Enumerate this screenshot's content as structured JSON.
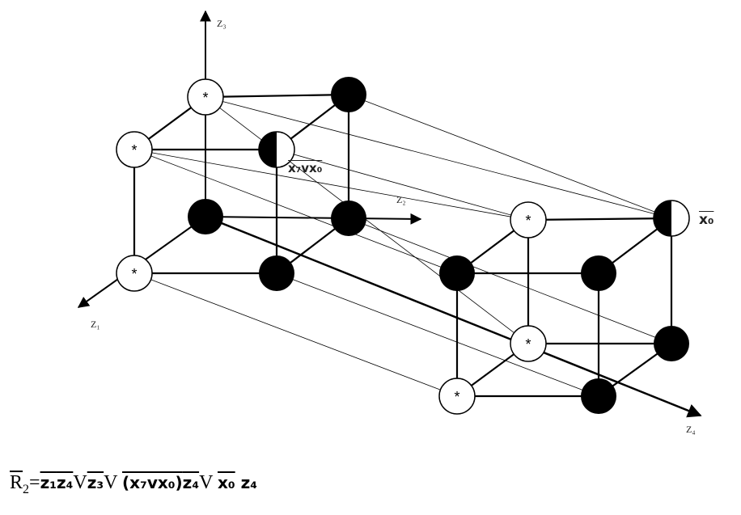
{
  "axes": {
    "z1": "Z₁",
    "z2": "Z₂",
    "z3": "Z₃",
    "z4": "Z₄"
  },
  "labels": {
    "term_x7x0": "x₇vx₀",
    "x0": "x₀"
  },
  "node_marker": "*",
  "formula": {
    "r2": "R",
    "r2_sub": "2",
    "eq": "=",
    "t1": "z₁",
    "t2": "z₄",
    "v1": "V",
    "t3": "z₃",
    "v2": "V ",
    "t4": "(x₇vx₀)",
    "t5": "z₄",
    "v3": "V ",
    "t6": "x₀",
    "t7": " z₄"
  },
  "colors": {
    "filled": "#000000",
    "empty": "#ffffff",
    "line": "#000000"
  }
}
